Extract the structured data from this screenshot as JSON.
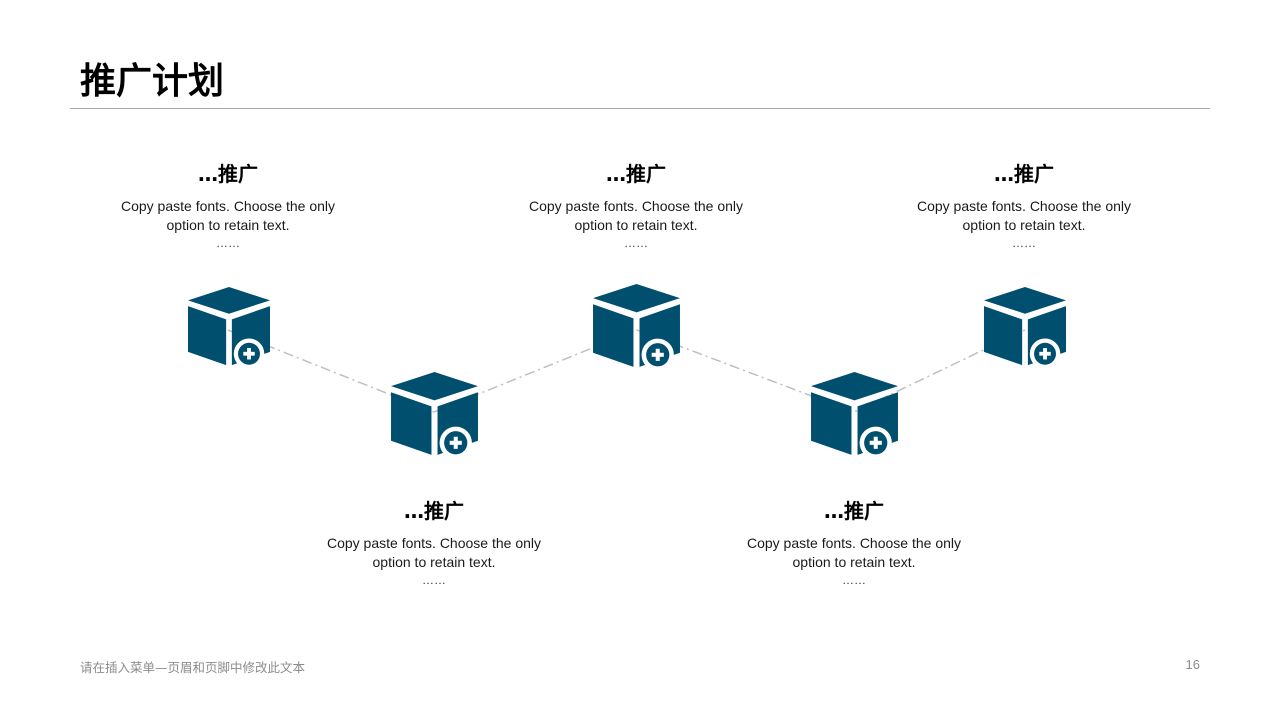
{
  "slide": {
    "title": "推广计划",
    "page_number": "16",
    "footer": "请在插入菜单—页眉和页脚中修改此文本"
  },
  "accent_color": "#004f6e",
  "connector_color": "#bfbfbf",
  "icon": "box-plus-icon",
  "steps": [
    {
      "heading": "…推广",
      "body": "Copy paste fonts. Choose the only option to retain text.",
      "ellipsis": "……"
    },
    {
      "heading": "…推广",
      "body": "Copy paste fonts. Choose the only option to retain text.",
      "ellipsis": "……"
    },
    {
      "heading": "…推广",
      "body": "Copy paste fonts. Choose the only option to retain text.",
      "ellipsis": "……"
    },
    {
      "heading": "…推广",
      "body": "Copy paste fonts. Choose the only option to retain text.",
      "ellipsis": "……"
    },
    {
      "heading": "…推广",
      "body": "Copy paste fonts. Choose the only option to retain text.",
      "ellipsis": "……"
    }
  ]
}
